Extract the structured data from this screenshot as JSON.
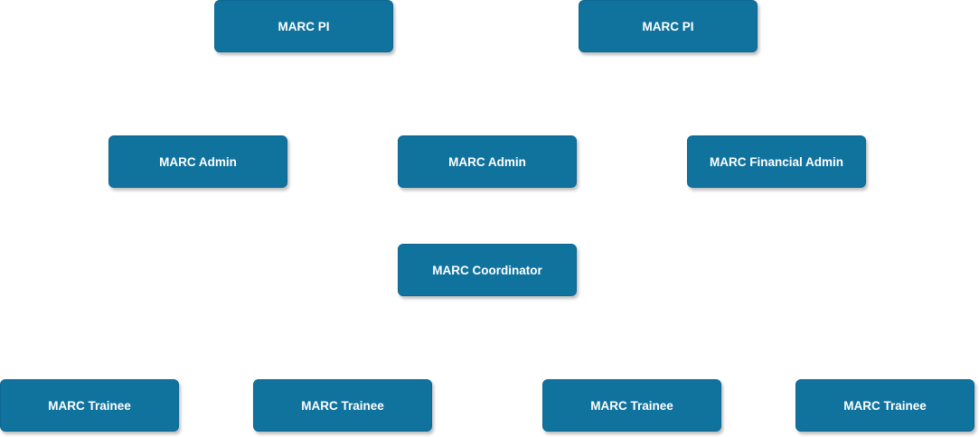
{
  "colors": {
    "node_fill": "#10739e",
    "node_text": "#ffffff",
    "background": "#ffffff"
  },
  "nodes": {
    "pi_left": "MARC PI",
    "pi_right": "MARC PI",
    "admin_left": "MARC Admin",
    "admin_center": "MARC Admin",
    "financial_admin": "MARC Financial Admin",
    "coordinator": "MARC Coordinator",
    "trainee_1": "MARC Trainee",
    "trainee_2": "MARC Trainee",
    "trainee_3": "MARC Trainee",
    "trainee_4": "MARC Trainee"
  }
}
